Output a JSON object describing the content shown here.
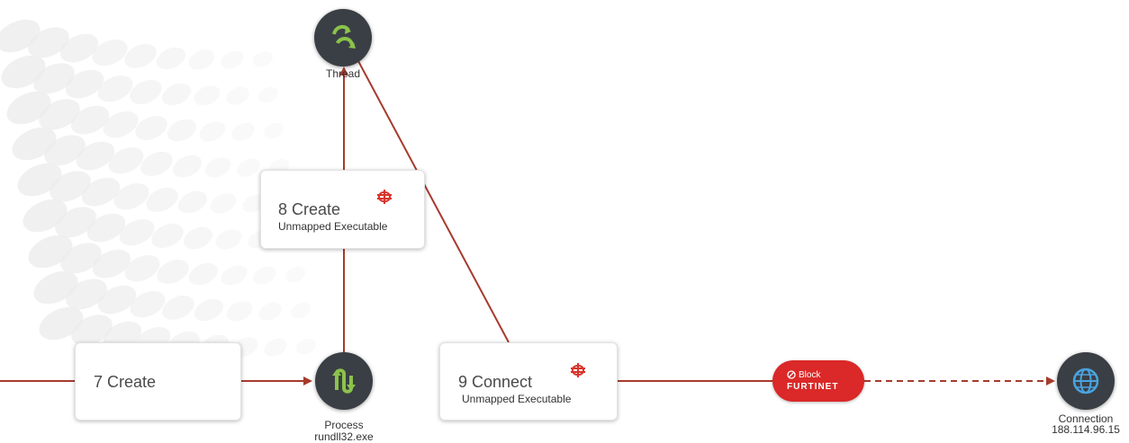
{
  "nodes": {
    "thread": {
      "label": "Thread",
      "icon": "thread-icon"
    },
    "process": {
      "type_label": "Process",
      "name": "rundll32.exe",
      "icon": "process-icon"
    },
    "connection": {
      "type_label": "Connection",
      "address": "188.114.96.15",
      "icon": "globe-icon"
    }
  },
  "events": {
    "create8": {
      "title": "8 Create",
      "subtitle": "Unmapped Executable",
      "icon": "malware-icon"
    },
    "create7": {
      "title": "7 Create"
    },
    "connect9": {
      "title": "9 Connect",
      "subtitle": "Unmapped Executable",
      "icon": "malware-icon"
    }
  },
  "block_badge": {
    "label": "Block",
    "brand": "FURTINET",
    "icon": "block-icon"
  },
  "colors": {
    "edge": "#a63b2d",
    "badge": "#db2828",
    "node": "#3a3f45",
    "accent_green": "#8bc34a",
    "globe_blue": "#4aa3df",
    "malware_red": "#d9342b"
  }
}
